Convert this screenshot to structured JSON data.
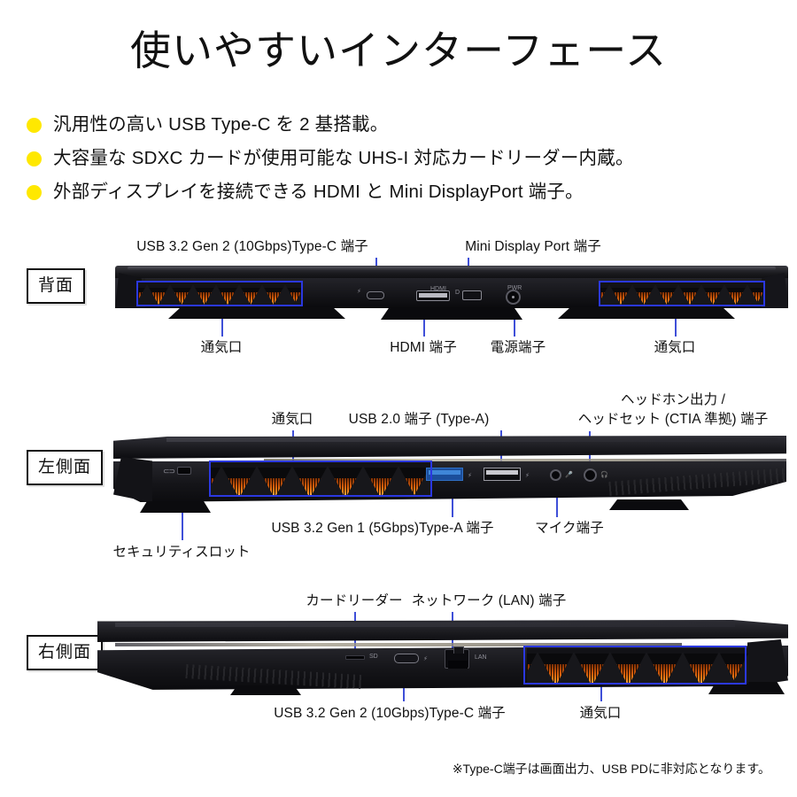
{
  "page": {
    "title": "使いやすいインターフェース",
    "footnote": "※Type-C端子は画面出力、USB PDに非対応となります。",
    "bullet_color": "#ffe800",
    "leader_color": "#3f4fd8",
    "highlight_color": "#2b38e0"
  },
  "bullets": [
    {
      "text": "汎用性の高い USB Type-C を 2 基搭載。"
    },
    {
      "text": "大容量な SDXC カードが使用可能な UHS-I 対応カードリーダー内蔵。"
    },
    {
      "text": "外部ディスプレイを接続できる HDMI と Mini DisplayPort 端子。"
    }
  ],
  "views": [
    {
      "tag": "背面",
      "labels": {
        "usb_c": "USB 3.2 Gen 2 (10Gbps)Type-C 端子",
        "mini_dp": "Mini Display Port 端子",
        "vent_left": "通気口",
        "vent_right": "通気口",
        "hdmi": "HDMI 端子",
        "power": "電源端子"
      }
    },
    {
      "tag": "左側面",
      "labels": {
        "vent": "通気口",
        "usb20": "USB 2.0 端子 (Type-A)",
        "headphone_line1": "ヘッドホン出力 /",
        "headphone_line2": "ヘッドセット (CTIA 準拠) 端子",
        "usb_a": "USB 3.2 Gen 1 (5Gbps)Type-A 端子",
        "mic": "マイク端子",
        "security": "セキュリティスロット"
      }
    },
    {
      "tag": "右側面",
      "labels": {
        "card_reader": "カードリーダー",
        "lan": "ネットワーク (LAN) 端子",
        "usb_c": "USB 3.2 Gen 2 (10Gbps)Type-C 端子",
        "vent": "通気口"
      }
    }
  ],
  "port_glyphs": {
    "usb": "⚡",
    "hdmi": "HDMI",
    "mdp": "D",
    "power": "PWR",
    "sd": "SD",
    "lan": "LAN",
    "mic": "🎤",
    "headphone": "🎧"
  }
}
